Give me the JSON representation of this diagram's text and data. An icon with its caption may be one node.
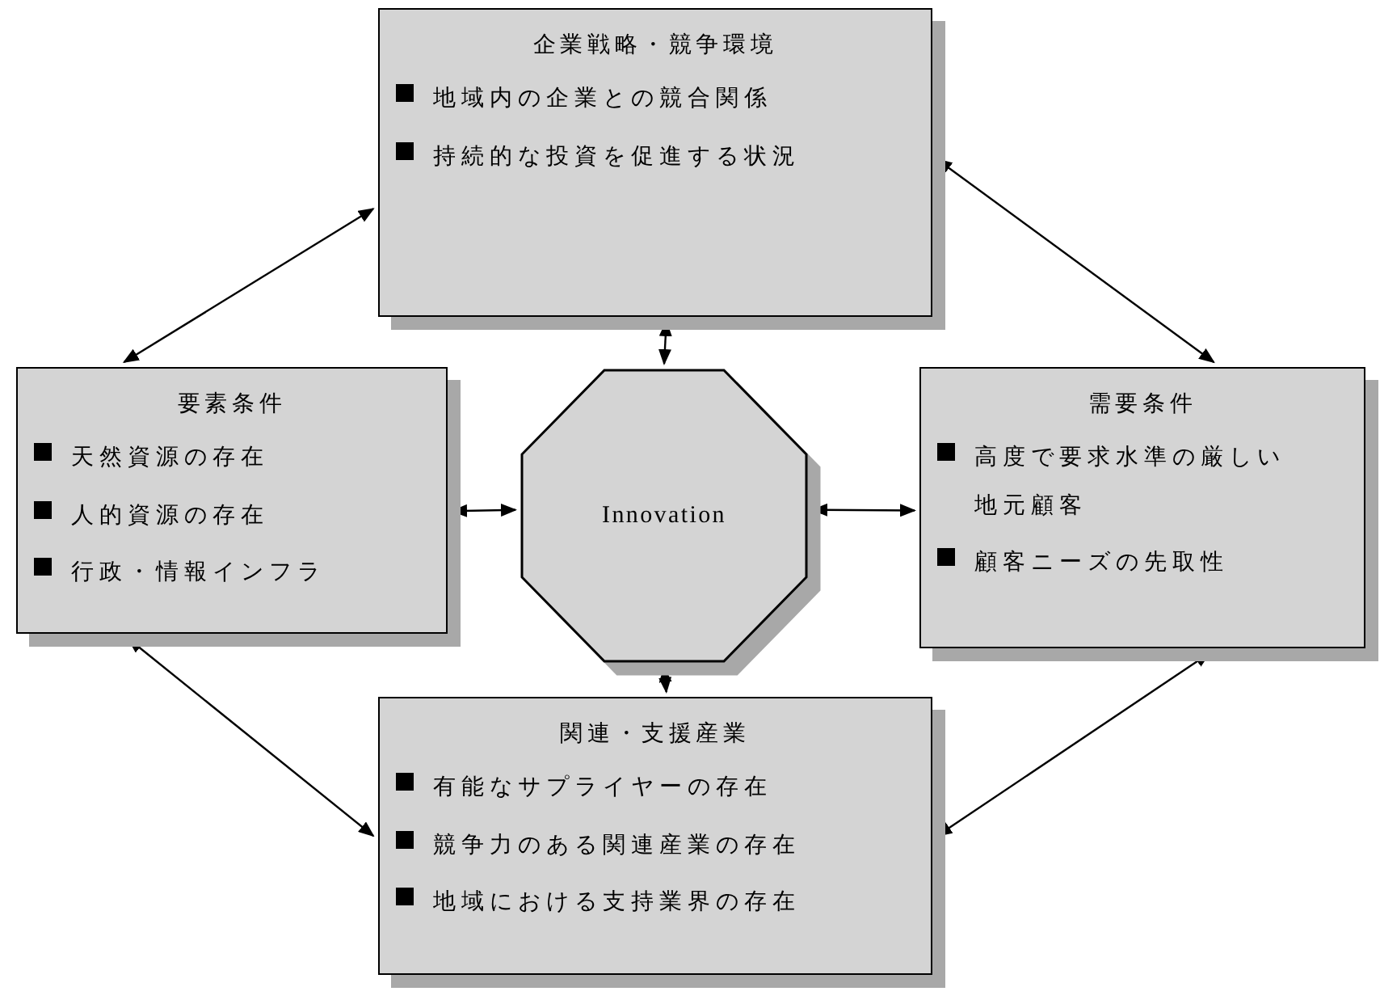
{
  "diagram": {
    "nodes": [
      {
        "text": [
          "企業戦略・競争環境",
          "地域内の企業との競合関係",
          "持続的な投資を促進する状況"
        ]
      },
      {
        "text": [
          "要素条件",
          "天然資源の存在",
          "人的資源の存在",
          "行政・情報インフラ"
        ]
      },
      {
        "text": [
          "Innovation"
        ]
      },
      {
        "text": [
          "需要条件",
          "高度で要求水準の厳しい地元顧客",
          "顧客ニーズの先取性"
        ]
      },
      {
        "text": [
          "関連・支援産業",
          "有能なサプライヤーの存在",
          "競争力のある関連産業の存在",
          "地域における支持業界の存在"
        ]
      }
    ],
    "edges": [
      {
        "from": 0,
        "to": 1,
        "arrow": "both"
      },
      {
        "from": 0,
        "to": 3,
        "arrow": "both"
      },
      {
        "from": 1,
        "to": 4,
        "arrow": "both"
      },
      {
        "from": 3,
        "to": 4,
        "arrow": "both"
      },
      {
        "from": 0,
        "to": 2,
        "arrow": "both"
      },
      {
        "from": 1,
        "to": 2,
        "arrow": "both"
      },
      {
        "from": 2,
        "to": 3,
        "arrow": "both"
      },
      {
        "from": 2,
        "to": 4,
        "arrow": "both"
      }
    ]
  }
}
